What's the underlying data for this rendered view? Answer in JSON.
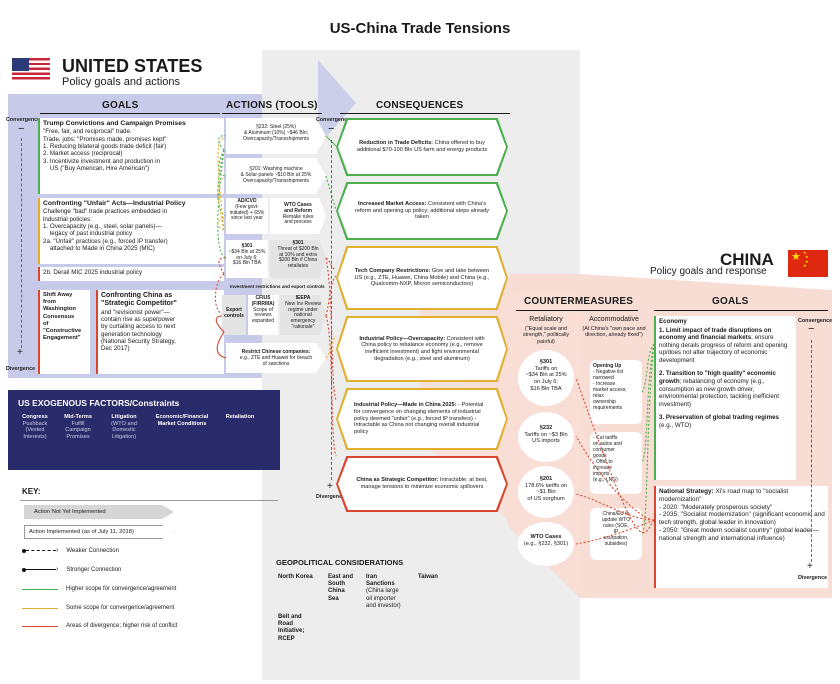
{
  "title": "US-China Trade Tensions",
  "colors": {
    "green": "#4caf50",
    "yellow": "#e0b030",
    "red": "#d9462f",
    "purple_bg": "#c3c8e6",
    "salmon_bg": "#f8ddd4",
    "navy": "#2a2b6a",
    "gray_bg": "#ececec"
  },
  "us": {
    "name": "UNITED STATES",
    "sub": "Policy goals and actions",
    "headers": {
      "goals": "GOALS",
      "actions": "ACTIONS (TOOLS)",
      "consequences": "CONSEQUENCES"
    },
    "convergence": "Convergence",
    "divergence": "Divergence",
    "goal1": {
      "title": "Trump Convictions and Campaign Promises",
      "lines": [
        "\"Free, fair, and reciprocal\" trade.",
        "Trade, jobs: \"Promises made, promises kept\"",
        "1. Reducing bilateral goods trade deficit (fair)",
        "2. Market access (reciprocal)",
        "3. Incentivize investment and production in",
        "    US (\"Buy American, Hire American\")"
      ]
    },
    "goal2": {
      "title": "Confronting \"Unfair\" Acts—Industrial Policy",
      "lines": [
        "Challenge \"bad\" trade practices embedded in",
        "industrial policies:",
        "1. Overcapacity (e.g., steel, solar panels)—",
        "    legacy of past industrial policy",
        "2a. \"Unfair\" practices (e.g., forced IP transfer)",
        "    attached to Made in China 2025 (MIC)"
      ],
      "extra": "2b. Derail MIC 2025 industrial policy"
    },
    "goal3": {
      "side": [
        "Shift Away",
        "from",
        "Washington",
        "Consensus",
        "of",
        "\"Constructive",
        "Engagement\""
      ],
      "title1": "Confronting China as",
      "title2": "\"Strategic Competitor\"",
      "lines": [
        "and \"revisionist power\"—",
        "contain rise as superpower",
        "by curtailing access to next",
        "generation technology",
        "(National Security Strategy,",
        "Dec 2017)"
      ]
    },
    "actions": {
      "a232": [
        "§232: Steel (25%)",
        "& Aluminum (10%) ~$46 Bln;",
        "Overcapacity/Transshipments"
      ],
      "a201": [
        "§201: Washing machine",
        "& Solar panels ~$10 Bln at 25%",
        "Overcapacity/Transshipments"
      ],
      "adcvd": [
        "AD/CVD",
        "(Few govt-",
        "initiated) + 65%",
        "since last year"
      ],
      "wto": [
        "WTO Cases",
        "and Reform",
        "Remake rules",
        "and process"
      ],
      "s301a": [
        "§301",
        "~$34 Bln at 25%",
        "on July 6;",
        "$16 Bln TBA"
      ],
      "s301b": [
        "§301",
        "Threat of $200 Bln",
        "at 10% and extra",
        "$200 Bln if China",
        "retaliates"
      ],
      "invest_hdr": "Investment restrictions and export controls",
      "export": [
        "Export",
        "controls"
      ],
      "cfius": [
        "CFIUS",
        "(FIRRMA)",
        "Scope of",
        "reviews",
        "expanded"
      ],
      "ieepa": [
        "IEEPA",
        "New Inv Review",
        "regime under",
        "national",
        "emergency",
        "\"rationale\""
      ],
      "restrict": [
        "Restrict Chinese companies:",
        "e.g., ZTE and Huawei for breach",
        "of sanctions"
      ]
    },
    "consequences": [
      {
        "title": "Reduction in Trade Deficits:",
        "text": " China offered to buy additional $70-100 Bln US farm and energy products"
      },
      {
        "title": "Increased Market Access:",
        "text": " Consistent with China's reform and opening up policy; additional steps already taken"
      },
      {
        "title": "Tech Company Restrictions:",
        "text": " Give and take between US (e.g., ZTE, Huawei, China Mobile) and China (e.g., Qualcomm-NXP, Micron semiconductors)"
      },
      {
        "title": "Industrial Policy—Overcapacity:",
        "text": " Consistent with China policy to rebalance economy (e.g., remove inefficient investment) and fight environmental degradation (e.g., steel and aluminum)"
      },
      {
        "title": "Industrial Policy—Made in China 2025:",
        "text": " - Potential for convergence on changing elements of industrial policy deemed \"unfair\" (e.g., forced IP transfers) - Intractable as China not changing overall industrial policy"
      },
      {
        "title": "China as Strategic Competitor:",
        "text": " Intractable; at best, manage tensions to minimize economic spillovers"
      }
    ]
  },
  "exo": {
    "title": "US EXOGENOUS FACTORS/Constraints",
    "items": [
      {
        "h": "Congress",
        "t": "Pushback (Vested Interests)"
      },
      {
        "h": "Mid-Terms",
        "t": "Fulfill Campaign Promises"
      },
      {
        "h": "Litigation",
        "t": "(WTO and Domestic Litigation)"
      },
      {
        "h": "Economic/Financial Market Conditions",
        "t": ""
      },
      {
        "h": "Retaliation",
        "t": ""
      }
    ]
  },
  "key": {
    "title": "KEY:",
    "not_impl": "Action Not Yet Implemented",
    "impl": "Action Implemented (as of July 11, 2018)",
    "weaker": "Weaker Connection",
    "stronger": "Stronger Connection",
    "green": "Higher scope for convergence/agreement",
    "yellow": "Some scope for convergence/agreement",
    "red": "Areas of divergence; higher risk of conflict"
  },
  "geo": {
    "title": "GEOPOLITICAL CONSIDERATIONS",
    "items": [
      "North Korea",
      "East and South China Sea",
      "Iran Sanctions",
      "Taiwan",
      "Belt and Road Initiative; RCEP"
    ],
    "iran_note": "(China large oil importer and investor)"
  },
  "china": {
    "name": "CHINA",
    "sub": "Policy goals and response",
    "countermeasures": "COUNTERMEASURES",
    "goals": "GOALS",
    "retaliatory": "Retaliatory",
    "retaliatory_sub": "(\"Equal scale and strength,\" politically painful)",
    "accommodative": "Accommodative",
    "accommodative_sub": "(At China's \"own pace and direction, already fixed\")",
    "r1": [
      "§301",
      "Tariffs on",
      "~$34 Bln at 25%",
      "on July 6;",
      "$16 Bln TBA"
    ],
    "r2": [
      "§232",
      "Tariffs on ~$3 Bln",
      "US imports"
    ],
    "r3": [
      "§201",
      "178.6% tariffs on",
      "~$1 Bln",
      "of US sorghum"
    ],
    "r4": [
      "WTO Cases",
      "(e.g., §232, §301)"
    ],
    "acc1": [
      "Opening Up",
      "- Negative list",
      "narrowed",
      "- Increase",
      "market access;",
      "relax",
      "ownership",
      "requirements"
    ],
    "acc2": [
      "- Cut tariffs",
      "on autos and",
      "consumer",
      "goods",
      "- Offer to",
      "increase",
      "imports",
      "(e.g., LNG)"
    ],
    "acc3": [
      "China/EU to",
      "update WTO",
      "rules (SOE,",
      "IP",
      "usurpation,",
      "subsidies)"
    ],
    "econ": {
      "h": "Economy",
      "g1b": "1. Limit impact of trade disruptions on economy and financial markets",
      "g1": "; ensure nothing derails progress of reform and opening up/does not alter trajectory of economic development",
      "g2b": "2. Transition to \"high quality\" economic growth",
      "g2": "; rebalancing of economy (e.g., consumption as new growth driver, environmental protection, tackling inefficient investment)",
      "g3b": "3. Preservation of global trading regimes",
      "g3": " (e.g., WTO)"
    },
    "nat": {
      "h": "National Strategy:",
      "t": " Xi's road map to \"socialist modernization\"",
      "l1": "- 2020: \"Moderately prosperous society\"",
      "l2": "- 2035: \"Socialist modernization\" (significant economic and tech strength, global leader in innovation)",
      "l3": "- 2050: \"Great modern socialist country\" (global leader—national strength and international influence)"
    },
    "convergence": "Convergence",
    "divergence": "Divergence"
  }
}
